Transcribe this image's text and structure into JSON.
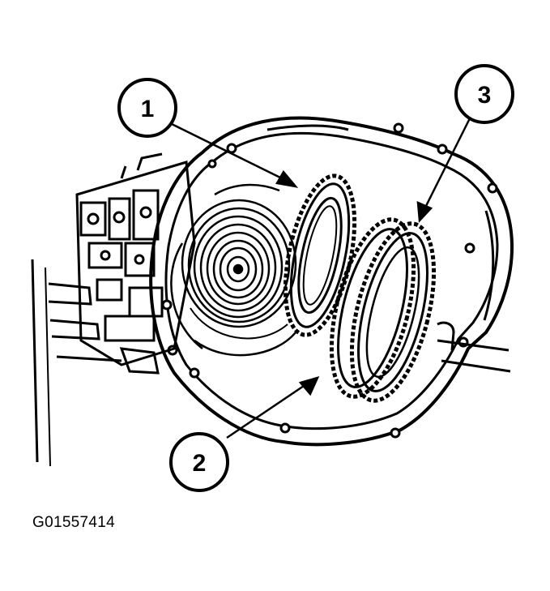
{
  "figure": {
    "code": "G01557414",
    "callouts": [
      {
        "id": "callout-1",
        "label": "1"
      },
      {
        "id": "callout-2",
        "label": "2"
      },
      {
        "id": "callout-3",
        "label": "3"
      }
    ]
  },
  "colors": {
    "ink": "#000000",
    "paper": "#ffffff"
  }
}
